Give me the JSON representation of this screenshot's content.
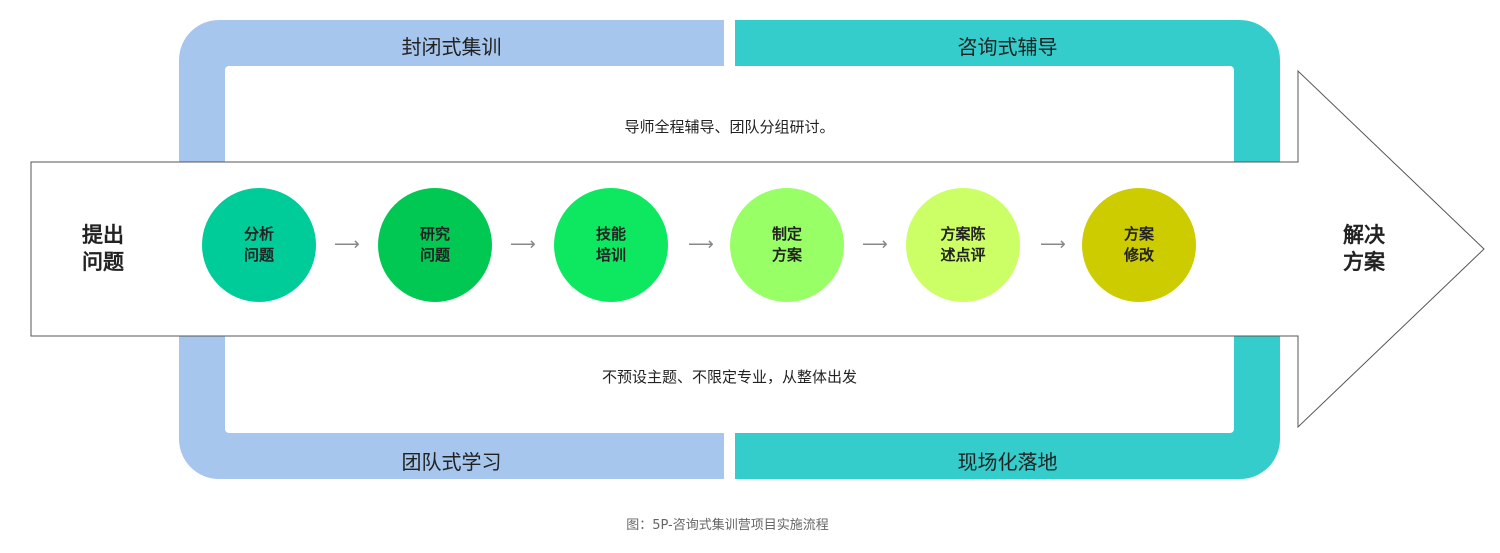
{
  "colors": {
    "blue_panel": "#a6c6ee",
    "teal_panel": "#35cdcb",
    "arrow_stroke": "#555555",
    "flow_arrow": "#888888"
  },
  "quadrants": {
    "top_left": "封闭式集训",
    "top_right": "咨询式辅导",
    "bottom_left": "团队式学习",
    "bottom_right": "现场化落地"
  },
  "bands": {
    "top": "导师全程辅导、团队分组研讨。",
    "bottom": "不预设主题、不限定专业，从整体出发"
  },
  "start": {
    "line1": "提出",
    "line2": "问题"
  },
  "end": {
    "line1": "解决",
    "line2": "方案"
  },
  "steps": [
    {
      "line1": "分析",
      "line2": "问题",
      "color": "#00cc99"
    },
    {
      "line1": "研究",
      "line2": "问题",
      "color": "#00c853"
    },
    {
      "line1": "技能",
      "line2": "培训",
      "color": "#0de860"
    },
    {
      "line1": "制定",
      "line2": "方案",
      "color": "#99ff66"
    },
    {
      "line1": "方案陈",
      "line2": "述点评",
      "color": "#ccff66"
    },
    {
      "line1": "方案",
      "line2": "修改",
      "color": "#cccc00"
    }
  ],
  "flow_arrow_glyph": "⟶",
  "caption": "图：5P-咨询式集训营项目实施流程"
}
